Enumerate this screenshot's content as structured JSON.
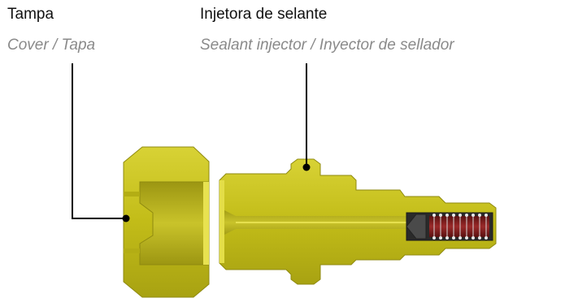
{
  "labels": {
    "cover": {
      "title": "Tampa",
      "subtitle": "Cover / Tapa"
    },
    "injector": {
      "title": "Injetora de selante",
      "subtitle": "Sealant injector / Inyector de sellador"
    }
  },
  "colors": {
    "body": "#c7c21c",
    "body_dark": "#8f8a10",
    "body_light": "#e2dc4a",
    "bore": "#a9a315",
    "spring": "#7a1a1a",
    "valve": "#3a3a3a",
    "leader": "#000000"
  }
}
